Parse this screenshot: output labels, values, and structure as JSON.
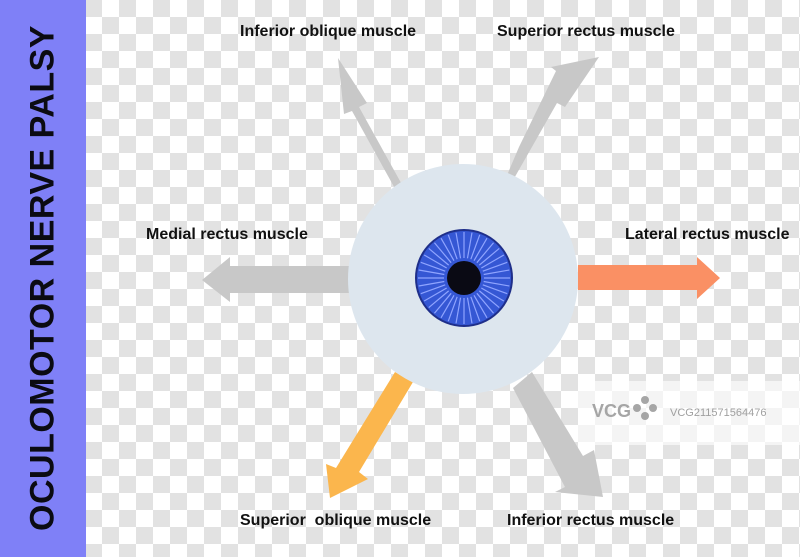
{
  "side_title": "OCULOMOTOR NERVE PALSY",
  "labels": {
    "inferior_oblique": "Inferior oblique muscle",
    "superior_rectus": "Superior rectus muscle",
    "medial_rectus": "Medial rectus muscle",
    "lateral_rectus": "Lateral rectus muscle",
    "superior_oblique": "Superior  oblique muscle",
    "inferior_rectus": "Inferior rectus muscle"
  },
  "colors": {
    "banner": "#7f80f7",
    "inactive_arrow": "#c8c8c8",
    "lateral_rectus_arrow": "#fa9064",
    "superior_oblique_arrow": "#fbb64d",
    "sclera": "#dde6ee",
    "iris": "#3557d4",
    "pupil": "#0a0a14"
  },
  "watermark": {
    "logo": "VCG",
    "id": "VCG211571564476"
  }
}
